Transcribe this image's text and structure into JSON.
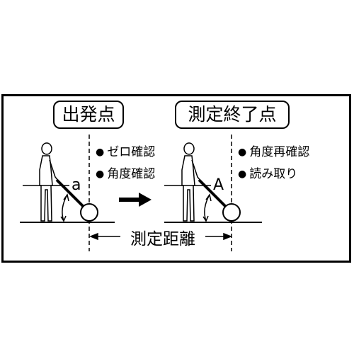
{
  "start": {
    "title": "出発点",
    "checks": [
      "ゼロ確認",
      "角度確認"
    ],
    "angle_letter": "a"
  },
  "end": {
    "title": "測定終了点",
    "checks": [
      "角度再確認",
      "読み取り"
    ],
    "angle_letter": "A"
  },
  "distance_label": "測定距離",
  "colors": {
    "line": "#000000",
    "background": "#ffffff"
  },
  "icons": [
    "person-with-measuring-wheel",
    "arrow-right-icon",
    "bullet-dot"
  ]
}
